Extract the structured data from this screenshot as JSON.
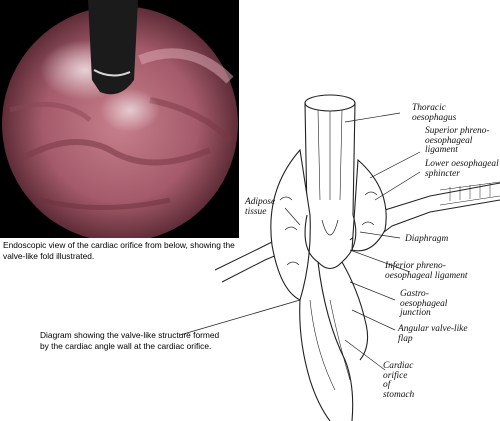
{
  "captions": {
    "photo": "Endoscopic view of the cardiac orifice from below, showing the valve-like fold illustrated.",
    "diagram": "Diagram showing the valve-like structure formed by the cardiac angle wall at the cardiac orifice."
  },
  "labels": {
    "thoracic_oesophagus": "Thoracic\noesophagus",
    "superior_ligament": "Superior phreno-\noesophageal\nligament",
    "lower_sphincter": "Lower oesophageal\nsphincter",
    "adipose": "Adipose\ntissue",
    "diaphragm": "Diaphragm",
    "inferior_ligament": "Inferior phreno-\noesophageal ligament",
    "gastro_junction": "Gastro-\noesophageal\njunction",
    "angular_flap": "Angular valve-like\nflap",
    "cardiac_orifice": "Cardiac\norifice\nof\nstomach"
  }
}
